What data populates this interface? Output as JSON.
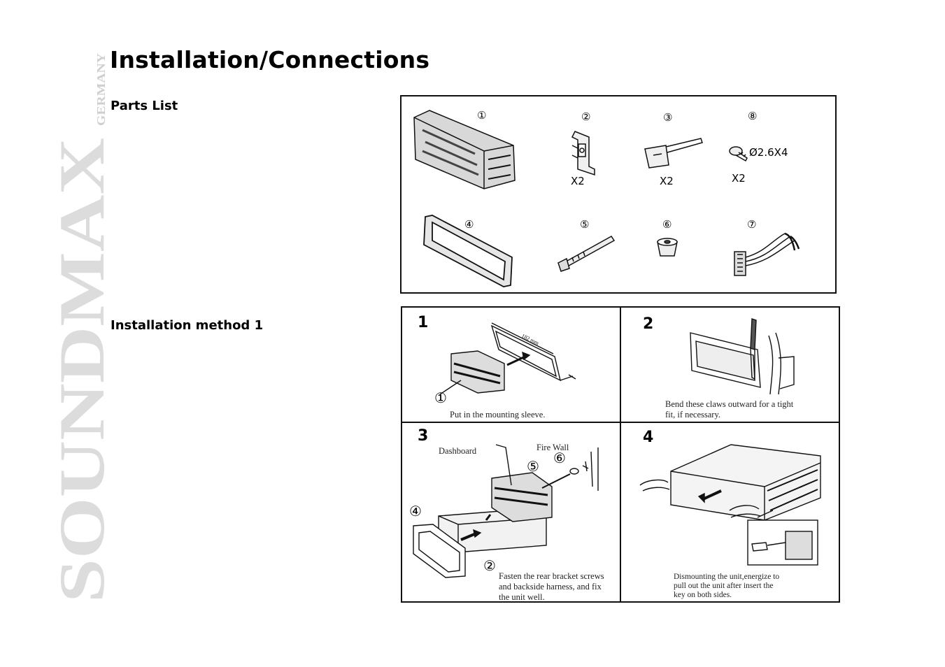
{
  "page": {
    "title": "Installation/Connections",
    "brand": "SOUNDMAX",
    "brand_sub": "GERMANY"
  },
  "sections": {
    "parts_list": "Parts List",
    "method_1": "Installation method 1"
  },
  "parts": {
    "items": [
      {
        "number": "1",
        "name": "mounting-sleeve"
      },
      {
        "number": "2",
        "name": "bracket-clip",
        "qty": "X2"
      },
      {
        "number": "3",
        "name": "release-key",
        "qty": "X2"
      },
      {
        "number": "8",
        "name": "screw",
        "qty": "X2",
        "spec": "Ø2.6X4"
      },
      {
        "number": "4",
        "name": "trim-frame"
      },
      {
        "number": "5",
        "name": "threaded-bolt"
      },
      {
        "number": "6",
        "name": "rubber-cushion"
      },
      {
        "number": "7",
        "name": "wire-harness"
      }
    ],
    "labels": {
      "p1": "①",
      "p2": "②",
      "p3": "③",
      "p8": "⑧",
      "p4": "④",
      "p5": "⑤",
      "p6": "⑥",
      "p7": "⑦",
      "q2": "X2",
      "q3": "X2",
      "q8": "X2",
      "spec8": "Ø2.6X4"
    }
  },
  "steps": {
    "s1": {
      "num": "1",
      "caption": "Put in the mounting sleeve.",
      "dim": "182 mm",
      "mark": "①"
    },
    "s2": {
      "num": "2",
      "caption_l1": "Bend these claws outward for a tight",
      "caption_l2": "fit, if necessary."
    },
    "s3": {
      "num": "3",
      "dashboard": "Dashboard",
      "firewall": "Fire Wall",
      "m5": "⑤",
      "m6": "⑥",
      "m4": "④",
      "m2": "②",
      "caption_l1": "Fasten the rear bracket screws",
      "caption_l2": "and backside harness,  and fix",
      "caption_l3": "the unit well."
    },
    "s4": {
      "num": "4",
      "caption_l1": "Dismounting  the  unit,energize  to",
      "caption_l2": "pull  out  the  unit  after  insert  the",
      "caption_l3": "key  on  both  sides."
    }
  }
}
